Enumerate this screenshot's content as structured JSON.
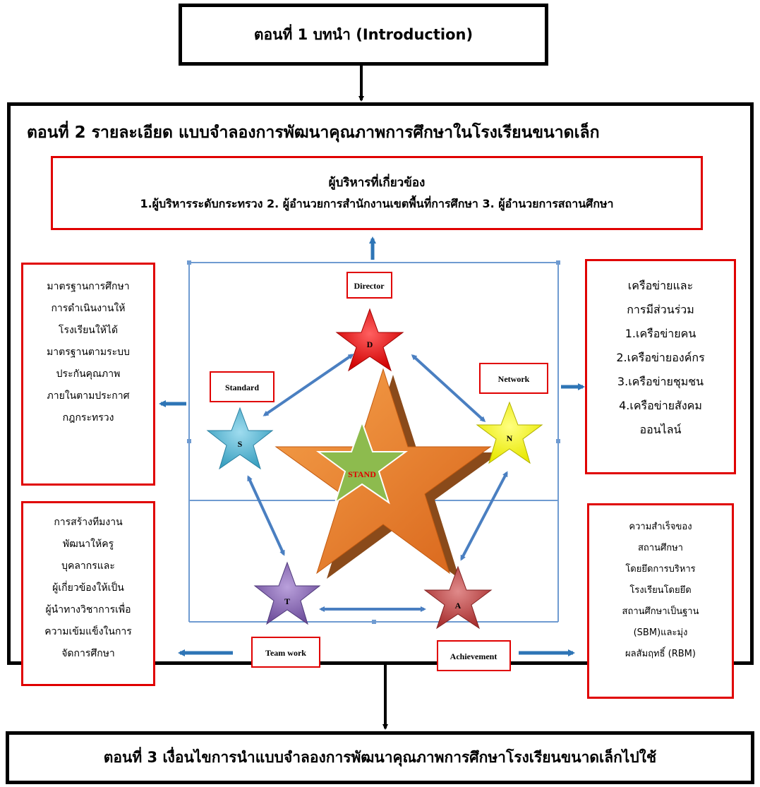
{
  "part1": {
    "title": "ตอนที่ 1  บทนำ  (Introduction)"
  },
  "part2": {
    "title": "ตอนที่ 2   รายละเอียด แบบจำลองการพัฒนาคุณภาพการศึกษาในโรงเรียนขนาดเล็ก",
    "administrators": {
      "heading": "ผู้บริหารที่เกี่ยวข้อง",
      "list": "1.ผู้บริหารระดับกระทรวง  2. ผู้อำนวยการสำนักงานเขตพื้นที่การศึกษา  3. ผู้อำนวยการสถานศึกษา"
    },
    "standard_box": [
      "มาตรฐานการศึกษา",
      "การดำเนินงานให้",
      "โรงเรียนให้ได้",
      "มาตรฐานตามระบบ",
      "ประกันคุณภาพ",
      "ภายในตามประกาศ",
      "กฎกระทรวง"
    ],
    "teamwork_box": [
      "การสร้างทีมงาน",
      "พัฒนาให้ครู",
      "บุคลากรและ",
      "ผู้เกี่ยวข้องให้เป็น",
      "ผู้นำทางวิชาการเพื่อ",
      "ความเข้มแข็งในการ",
      "จัดการศึกษา"
    ],
    "network_box": [
      "เครือข่ายและ",
      "การมีส่วนร่วม",
      "1.เครือข่ายคน",
      "2.เครือข่ายองค์กร",
      "3.เครือข่ายชุมชน",
      "4.เครือข่ายสังคม",
      "ออนไลน์"
    ],
    "achievement_box": [
      "ความสำเร็จของ",
      "สถานศึกษา",
      "โดยยึดการบริหาร",
      "โรงเรียนโดยยึด",
      "สถานศึกษาเป็นฐาน",
      "(SBM)และมุ่ง",
      "ผลสัมฤทธิ์ (RBM)"
    ],
    "model": {
      "center_label": "STAND",
      "labels": {
        "director": "Director",
        "standard": "Standard",
        "network": "Network",
        "teamwork": "Team work",
        "achievement": "Achievement"
      },
      "letters": {
        "director": "D",
        "standard": "S",
        "network": "N",
        "teamwork": "T",
        "achievement": "A"
      }
    }
  },
  "part3": {
    "title": "ตอนที่ 3  เงื่อนไขการนำแบบจำลองการพัฒนาคุณภาพการศึกษาโรงเรียนขนาดเล็กไปใช้"
  },
  "colors": {
    "box_border": "#e00000",
    "arrow_blue": "#2e75b6",
    "big_star": "#e8791f",
    "inner_star": "#8dbb4e",
    "star_d": "#e81010",
    "star_s": "#4fb3d0",
    "star_n": "#f5f500",
    "star_t": "#8b6bb5",
    "star_a": "#c84848"
  }
}
